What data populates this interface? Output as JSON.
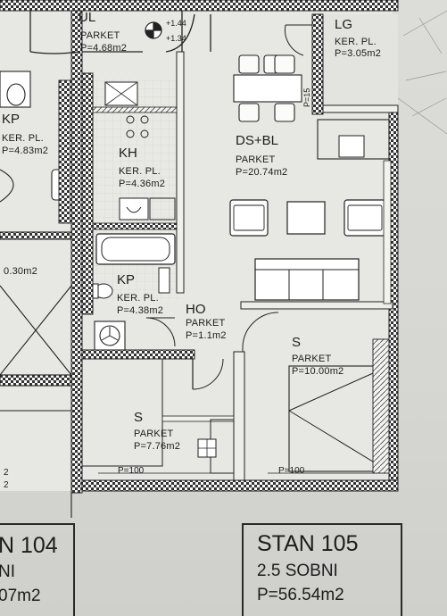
{
  "rooms": {
    "ul": {
      "name": "UL",
      "floor": "PARKET",
      "area": "P=4.68m2"
    },
    "lg": {
      "name": "LG",
      "floor": "KER. PL.",
      "area": "P=3.05m2"
    },
    "kp_left": {
      "name": "KP",
      "floor": "KER. PL.",
      "area": "P=4.83m2"
    },
    "kh": {
      "name": "KH",
      "floor": "KER. PL.",
      "area": "P=4.36m2"
    },
    "ds_bl": {
      "name": "DS+BL",
      "floor": "PARKET",
      "area": "P=20.74m2"
    },
    "left_mid_area": "0.30m2",
    "kp": {
      "name": "KP",
      "floor": "KER. PL.",
      "area": "P=4.38m2"
    },
    "ho": {
      "name": "HO",
      "floor": "PARKET",
      "area": "P=1.1m2"
    },
    "s_right": {
      "name": "S",
      "floor": "PARKET",
      "area": "P=10.00m2"
    },
    "s_left": {
      "name": "S",
      "floor": "PARKET",
      "area": "P=7.76m2"
    }
  },
  "levels": {
    "plus": "+1.44",
    "minus": "+1.34"
  },
  "sill": {
    "p15": "P=15",
    "p100_left": "P=100",
    "p100_right": "P=100"
  },
  "left_fragments": {
    "f1": "2",
    "f2": "2"
  },
  "stan104": {
    "title": "N 104",
    "rooms": "NI",
    "area": "07m2"
  },
  "stan105": {
    "title": "STAN 105",
    "rooms": "2.5 SOBNI",
    "area": "P=56.54m2"
  }
}
